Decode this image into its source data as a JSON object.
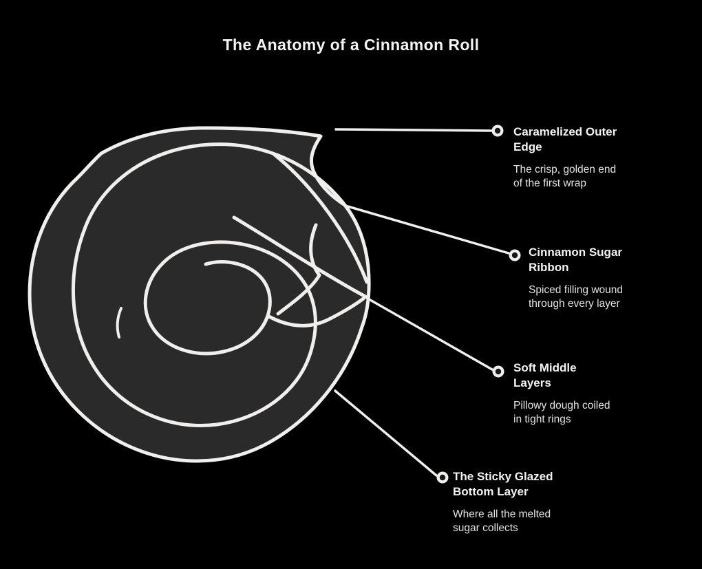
{
  "page": {
    "background_color": "#000000"
  },
  "title": "The Anatomy of a Cinnamon Roll",
  "diagram": {
    "type": "spiral-roll-cross-section",
    "description": "rolled spiral sheet unfurling at its top-right edge",
    "fill_color": "#2b2a2a",
    "line_color": "#f1efed",
    "marker_style": "dark dot with white ring"
  },
  "labels": [
    {
      "title_line1": "Caramelized Outer",
      "title_line2": "Edge",
      "desc_line1": "The crisp, golden end",
      "desc_line2": "of the first wrap"
    },
    {
      "title_line1": "Cinnamon Sugar",
      "title_line2": "Ribbon",
      "desc_line1": "Spiced filling wound",
      "desc_line2": "through every layer"
    },
    {
      "title_line1": "Soft Middle",
      "title_line2": "Layers",
      "desc_line1": "Pillowy dough coiled",
      "desc_line2": "in tight rings"
    },
    {
      "title_line1": "The Sticky Glazed",
      "title_line2": "Bottom Layer",
      "desc_line1": "Where all the melted",
      "desc_line2": "sugar collects"
    }
  ]
}
